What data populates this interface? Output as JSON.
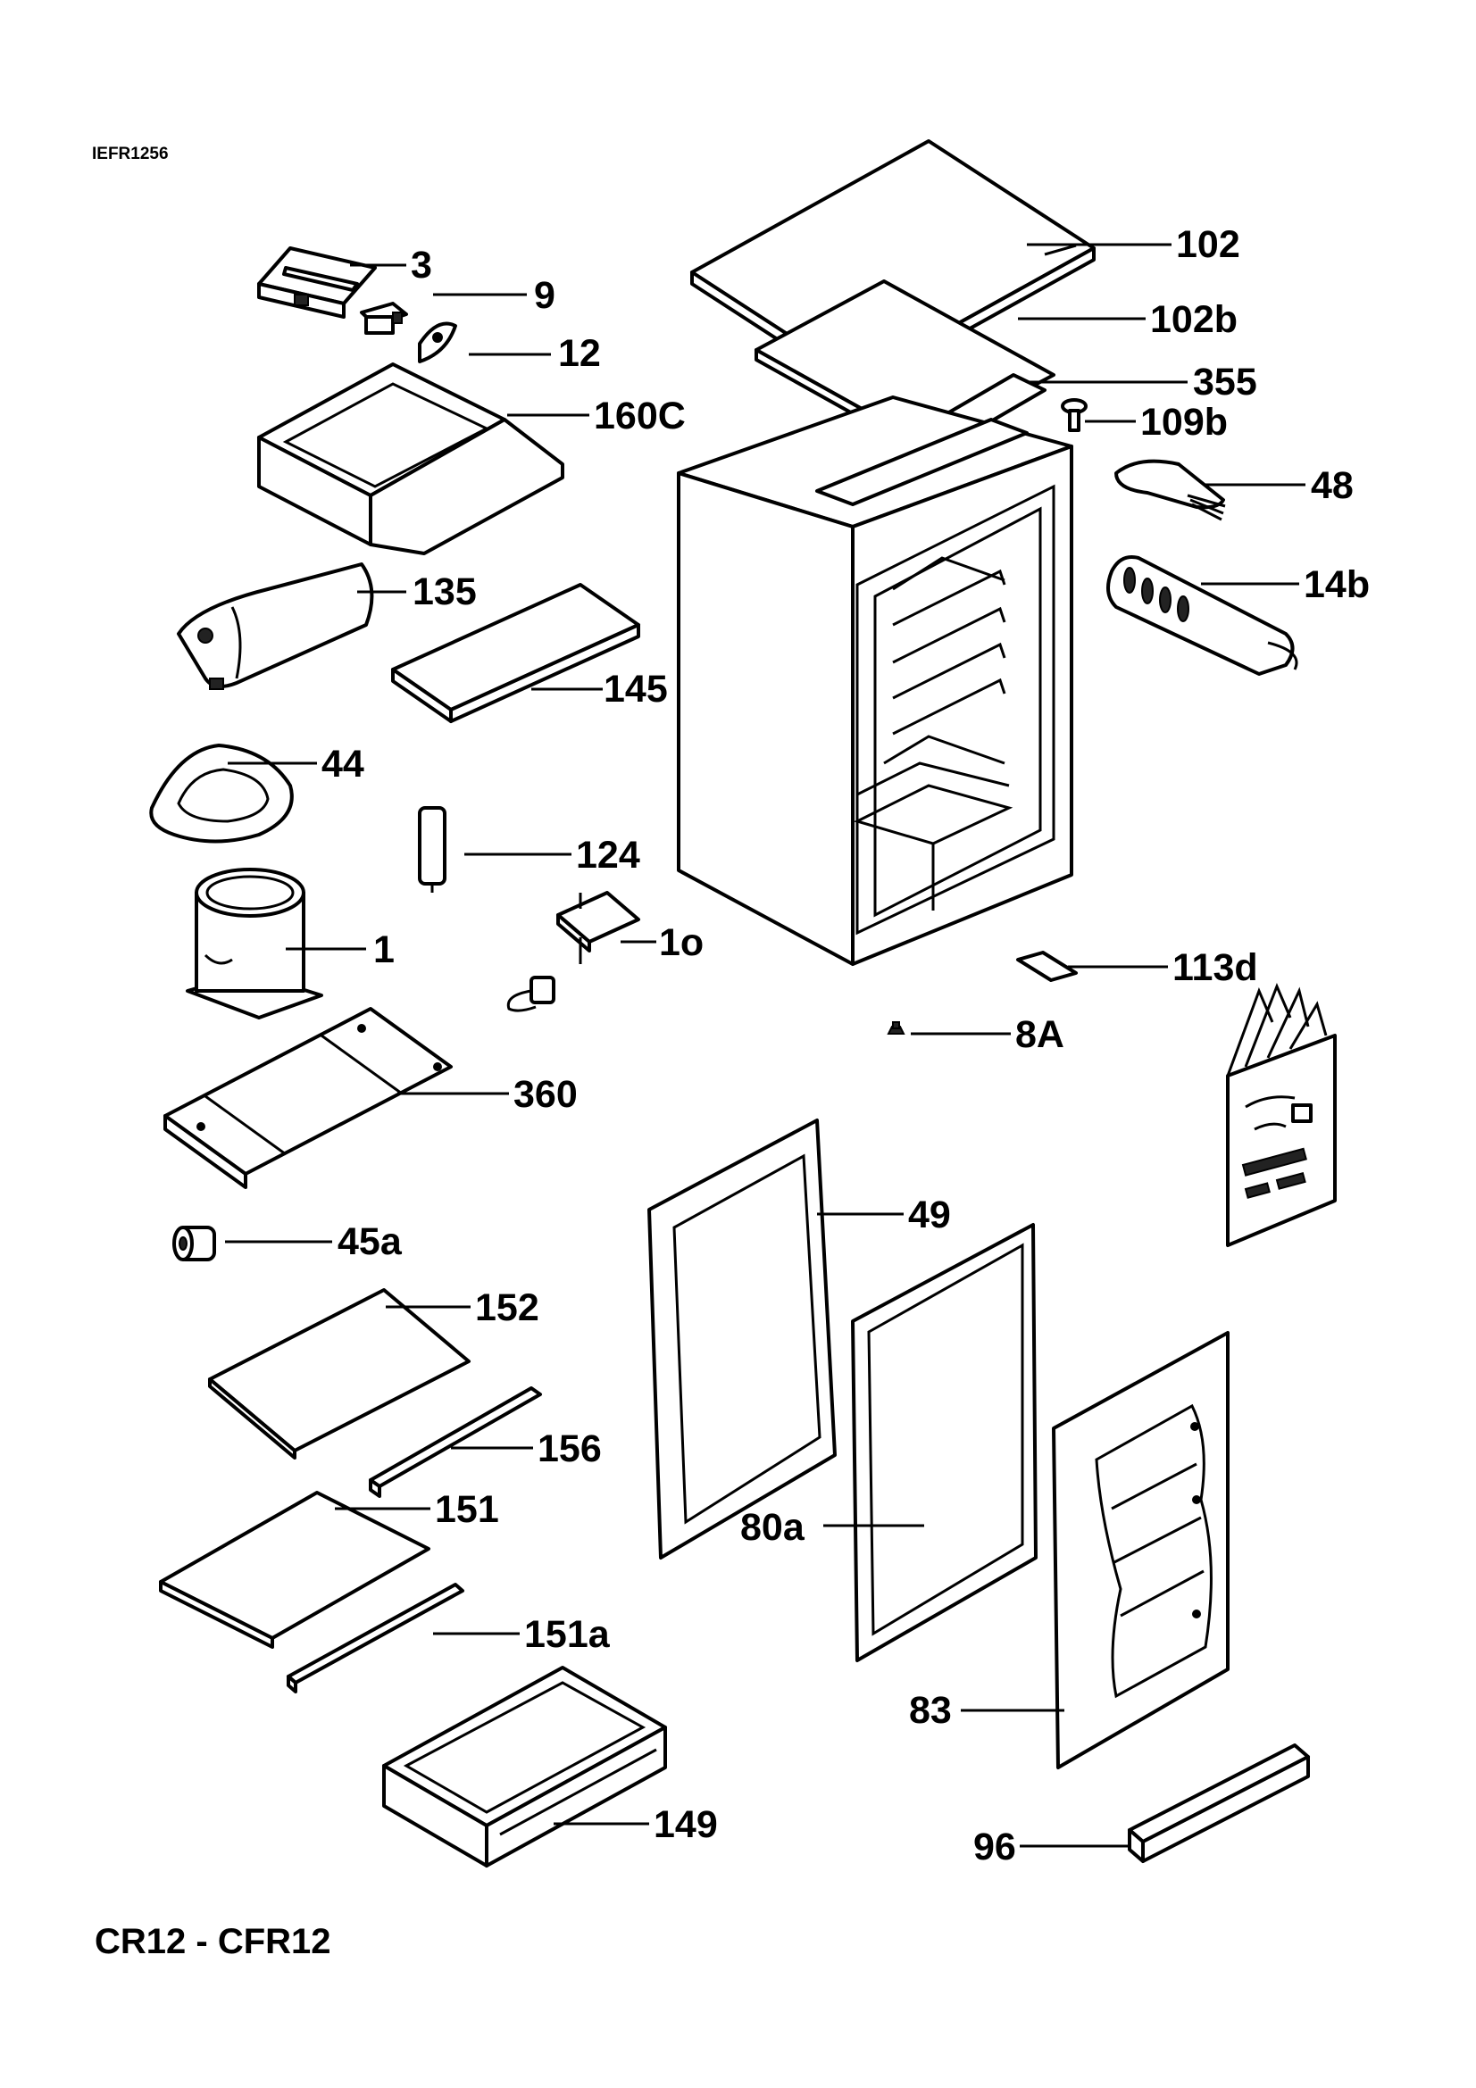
{
  "doc_ref": "IEFR1256",
  "model": "CR12 - CFR12",
  "callouts": {
    "c3": "3",
    "c9": "9",
    "c12": "12",
    "c160c": "160C",
    "c135": "135",
    "c145": "145",
    "c44": "44",
    "c124": "124",
    "c1": "1",
    "c10": "1o",
    "c360": "360",
    "c45a": "45a",
    "c152": "152",
    "c156": "156",
    "c151": "151",
    "c151a": "151a",
    "c149": "149",
    "c102": "102",
    "c102b": "102b",
    "c355": "355",
    "c109b": "109b",
    "c48": "48",
    "c14b": "14b",
    "c113d": "113d",
    "c8a": "8A",
    "c49": "49",
    "c80a": "80a",
    "c83": "83",
    "c96": "96"
  }
}
